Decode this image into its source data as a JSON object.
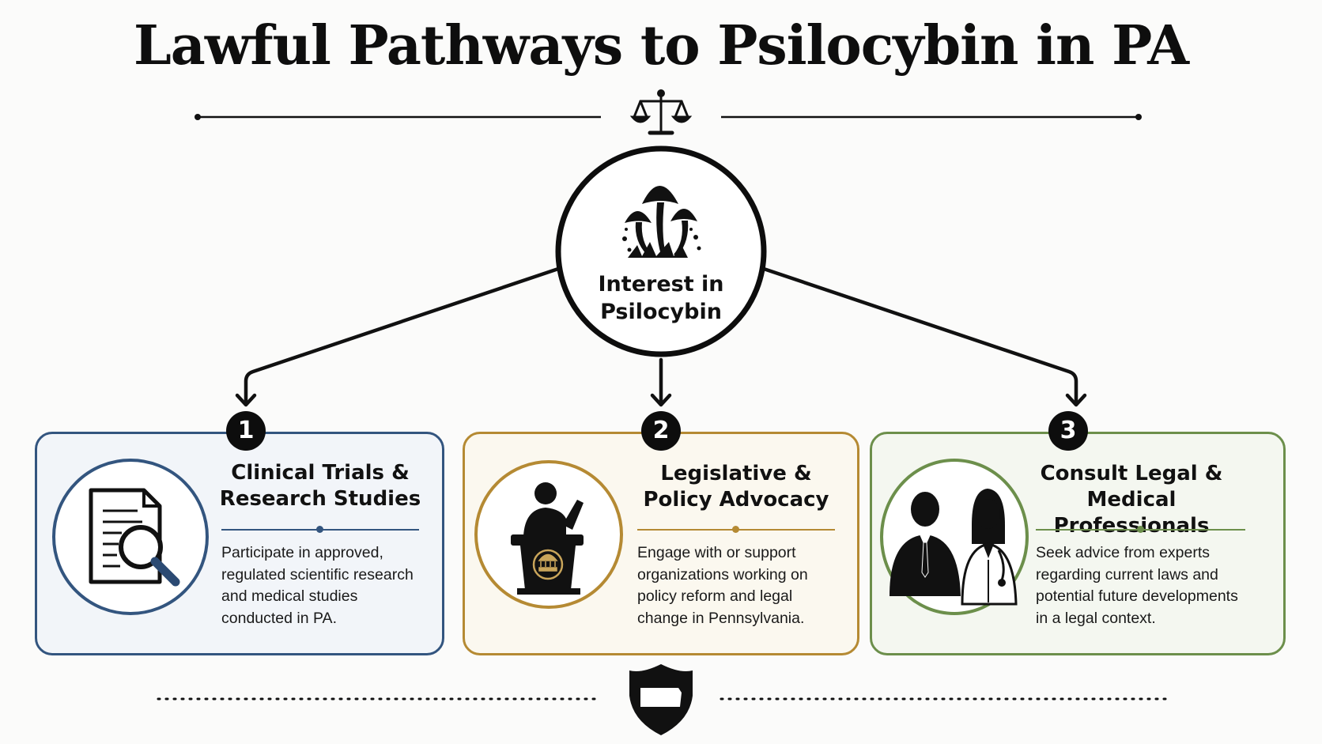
{
  "title": "Lawful Pathways to Psilocybin in PA",
  "hub": {
    "label_line1": "Interest in",
    "label_line2": "Psilocybin",
    "icon": "mushroom-icon"
  },
  "pathways": [
    {
      "number": "1",
      "title_line1": "Clinical Trials &",
      "title_line2": "Research Studies",
      "description": [
        "Participate in approved,",
        "regulated scientific research",
        "and medical studies",
        "conducted in PA."
      ],
      "icon": "document-magnifier-icon",
      "accent": "#33557f"
    },
    {
      "number": "2",
      "title_line1": "Legislative &",
      "title_line2": "Policy Advocacy",
      "description": [
        "Engage with or support",
        "organizations working on",
        "policy reform and legal",
        "change in Pennsylvania."
      ],
      "icon": "speaker-podium-icon",
      "accent": "#b58a33"
    },
    {
      "number": "3",
      "title_line1": "Consult Legal &",
      "title_line2": "Medical Professionals",
      "description": [
        "Seek advice from experts",
        "regarding current laws and",
        "potential future developments",
        "in a legal context."
      ],
      "icon": "lawyer-doctor-icon",
      "accent": "#6c8f4b"
    }
  ],
  "decor": {
    "top_icon": "scales-of-justice-icon",
    "bottom_icon": "pennsylvania-shield-icon"
  }
}
